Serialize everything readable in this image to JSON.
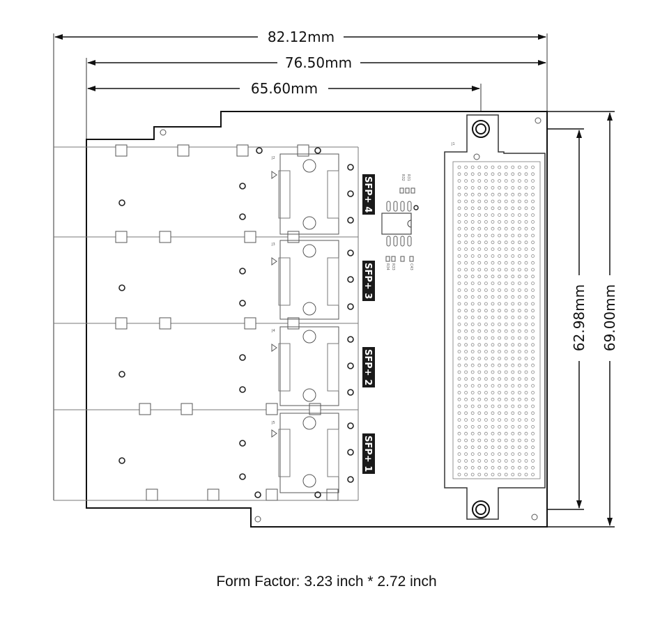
{
  "dimensions": {
    "width_overall": "82.12mm",
    "width_board": "76.50mm",
    "width_to_hole": "65.60mm",
    "height_holes": "62.98mm",
    "height_overall": "69.00mm"
  },
  "board": {
    "ports": [
      {
        "label": "SFP+ 4"
      },
      {
        "label": "SFP+ 3"
      },
      {
        "label": "SFP+ 2"
      },
      {
        "label": "SFP+ 1"
      }
    ],
    "silkscreen": {
      "j1": "J1",
      "j2": "J2",
      "j3": "J3",
      "j4": "J4",
      "j5": "J5",
      "r32": "R32",
      "r31": "R31",
      "r34": "R34",
      "r33": "R33",
      "c43": "C43"
    }
  },
  "caption": "Form Factor: 3.23 inch * 2.72 inch",
  "colors": {
    "line": "#111111",
    "label_bg": "#1a1a1a",
    "pad_fill": "#ffffff",
    "pad_stroke": "#555555"
  }
}
